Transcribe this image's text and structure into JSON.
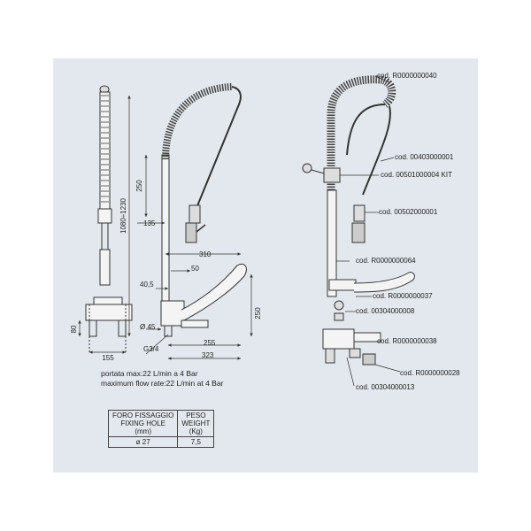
{
  "front_view": {
    "dim_width": "155",
    "dim_fixing": "80"
  },
  "side_view": {
    "dim_height": "1080÷1230",
    "dim_spring": "250",
    "dim_135": "135",
    "dim_310": "310",
    "dim_50": "50",
    "dim_40_5": "40,5",
    "dim_lever": "250",
    "dim_diameter": "Ø 45",
    "dim_255": "255",
    "dim_thread": "G3/4",
    "dim_323": "323"
  },
  "parts": [
    "cod. R0000000040",
    "cod. 00403000001",
    "cod. 00501000004 KIT",
    "cod. 00502000001",
    "cod. R0000000064",
    "cod. R0000000037",
    "cod. 00304000008",
    "cod. R0000000038",
    "cod. R0000000028",
    "cod. 00304000013"
  ],
  "notes": {
    "flow_it": "portata max:22 L/min a 4 Bar",
    "flow_en": "maximum flow rate:22 L/min at 4 Bar"
  },
  "table": {
    "col1_line1": "FORO FISSAGGIO",
    "col1_line2": "FIXING HOLE",
    "col1_unit": "(mm)",
    "col2_line1": "PESO",
    "col2_line2": "WEIGHT",
    "col2_unit": "(Kg)",
    "row_hole": "ø 27",
    "row_weight": "7,5"
  }
}
